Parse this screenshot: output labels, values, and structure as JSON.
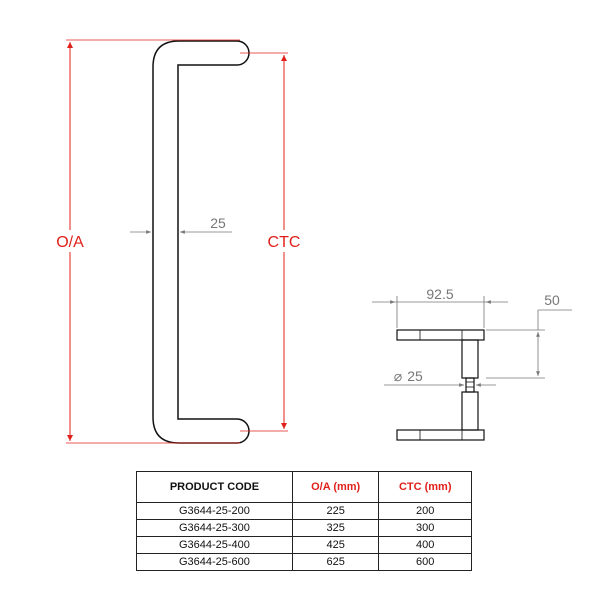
{
  "drawing": {
    "front_view": {
      "overall_label": "O/A",
      "ctc_label": "CTC",
      "diameter_value": "25"
    },
    "side_view": {
      "projection_value": "92.5",
      "standoff_value": "50",
      "diameter_symbol": "⌀",
      "diameter_value": "25"
    }
  },
  "table": {
    "headers": [
      "PRODUCT CODE",
      "O/A (mm)",
      "CTC (mm)"
    ],
    "rows": [
      [
        "G3644-25-200",
        "225",
        "200"
      ],
      [
        "G3644-25-300",
        "325",
        "300"
      ],
      [
        "G3644-25-400",
        "425",
        "400"
      ],
      [
        "G3644-25-600",
        "625",
        "600"
      ]
    ]
  },
  "colors": {
    "dimension_red": "#e0201b",
    "dimension_grey": "#777777",
    "outline": "#111111"
  }
}
